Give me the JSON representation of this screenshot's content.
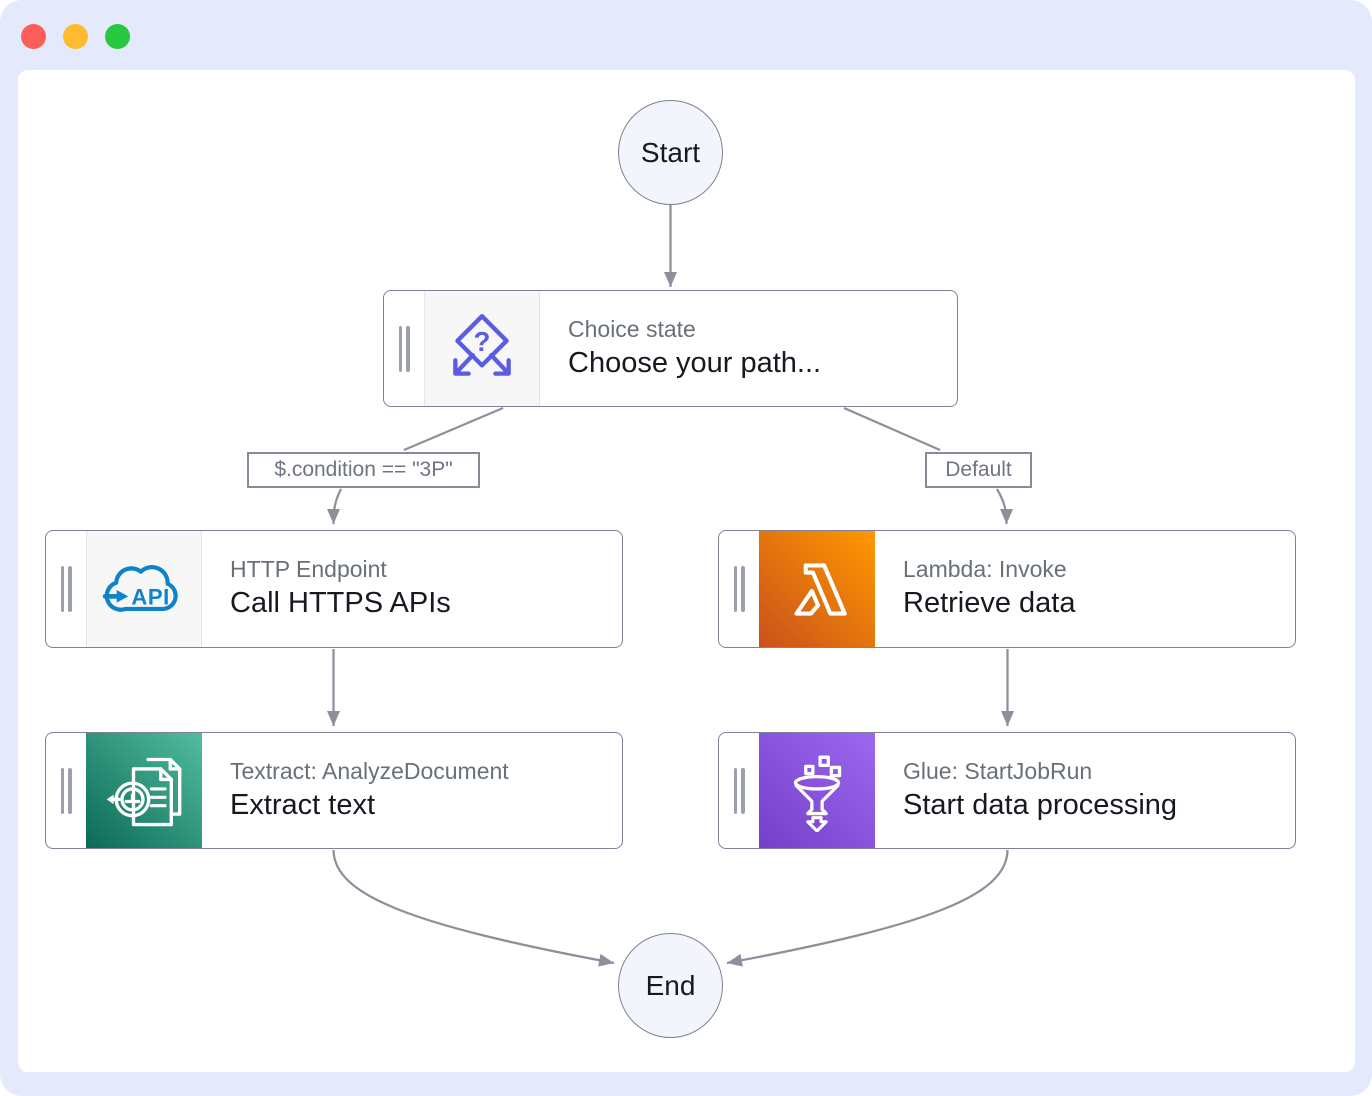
{
  "window": {
    "traffic_lights": [
      {
        "name": "close",
        "color": "#fb5f57"
      },
      {
        "name": "minimize",
        "color": "#fcbc2e"
      },
      {
        "name": "zoom",
        "color": "#27c83f"
      }
    ]
  },
  "workflow": {
    "start_label": "Start",
    "end_label": "End",
    "states": [
      {
        "type_label": "Choice state",
        "name": "Choose your path...",
        "icon": "choice-branch-icon",
        "icon_text": "?",
        "accent": "#5a5ce2"
      },
      {
        "type_label": "HTTP Endpoint",
        "name": "Call HTTPS APIs",
        "icon": "cloud-api-icon",
        "icon_text": "API",
        "accent": "#0d83c9"
      },
      {
        "type_label": "Lambda: Invoke",
        "name": "Retrieve data",
        "icon": "lambda-icon",
        "gradient": [
          "#c8511b",
          "#ff9900"
        ]
      },
      {
        "type_label": "Textract: AnalyzeDocument",
        "name": "Extract text",
        "icon": "textract-analyze-icon",
        "gradient": [
          "#0b6a56",
          "#52bd9f"
        ]
      },
      {
        "type_label": "Glue: StartJobRun",
        "name": "Start data processing",
        "icon": "glue-funnel-icon",
        "gradient": [
          "#7540c8",
          "#9b68ef"
        ]
      }
    ],
    "edge_labels": [
      {
        "text": "$.condition == \"3P\""
      },
      {
        "text": "Default"
      }
    ],
    "colors": {
      "frame_background": "#e4e9fb",
      "canvas_background": "#ffffff",
      "box_border": "#7d8394",
      "edge_line": "#8b909b",
      "type_label_gray": "#687078",
      "text_dark": "#16191f",
      "terminal_fill": "#f3f5fc"
    }
  }
}
